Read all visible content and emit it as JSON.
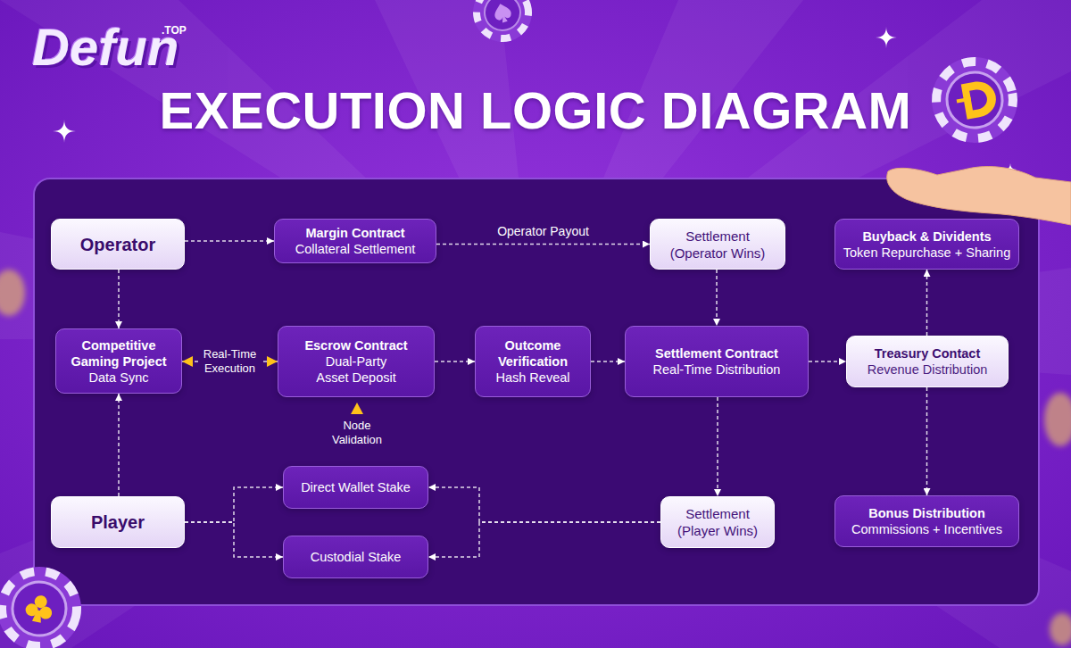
{
  "diagram": {
    "title": "EXECUTION LOGIC DIAGRAM",
    "nodes": [
      {
        "text": [
          "Operator"
        ]
      },
      {
        "text": [
          "Margin Contract",
          "Collateral Settlement"
        ]
      },
      {
        "text": [
          "Settlement (Operator Wins)"
        ]
      },
      {
        "text": [
          "Buyback & Dividents",
          "Token Repurchase + Sharing"
        ]
      },
      {
        "text": [
          "Competitive Gaming Project",
          "Data Sync"
        ]
      },
      {
        "text": [
          "Escrow Contract",
          "Dual-Party Asset Deposit"
        ]
      },
      {
        "text": [
          "Outcome Verification",
          "Hash Reveal"
        ]
      },
      {
        "text": [
          "Settlement Contract",
          "Real-Time Distribution"
        ]
      },
      {
        "text": [
          "Treasury Contact",
          "Revenue Distribution"
        ]
      },
      {
        "text": [
          "Player"
        ]
      },
      {
        "text": [
          "Direct Wallet Stake"
        ]
      },
      {
        "text": [
          "Custodial Stake"
        ]
      },
      {
        "text": [
          "Settlement (Player Wins)"
        ]
      },
      {
        "text": [
          "Bonus Distribution",
          "Commissions + Incentives"
        ]
      }
    ],
    "edges": [
      {
        "from": 0,
        "to": 1,
        "arrow": "to"
      },
      {
        "from": 0,
        "to": 4,
        "arrow": "to"
      },
      {
        "from": 1,
        "to": 2,
        "label": "Operator Payout",
        "arrow": "to"
      },
      {
        "from": 2,
        "to": 7,
        "arrow": "to"
      },
      {
        "from": 4,
        "to": 5,
        "label": "Real-Time Execution",
        "arrow": "both"
      },
      {
        "from": 5,
        "to": 6,
        "arrow": "to"
      },
      {
        "from": 6,
        "to": 7,
        "arrow": "to"
      },
      {
        "from": 7,
        "to": 8,
        "arrow": "to"
      },
      {
        "from": 8,
        "to": 3,
        "arrow": "to"
      },
      {
        "from": 8,
        "to": 13,
        "arrow": "to"
      },
      {
        "from": 7,
        "to": 12,
        "arrow": "to"
      },
      {
        "from": 9,
        "to": 4,
        "arrow": "to"
      },
      {
        "from": 9,
        "to": 10,
        "arrow": "to"
      },
      {
        "from": 9,
        "to": 11,
        "arrow": "to"
      },
      {
        "from": 12,
        "to": 10,
        "arrow": "to"
      },
      {
        "from": 12,
        "to": 11,
        "arrow": "to"
      }
    ],
    "labels": [
      "Defun",
      ".TOP",
      "Node Validation"
    ]
  }
}
